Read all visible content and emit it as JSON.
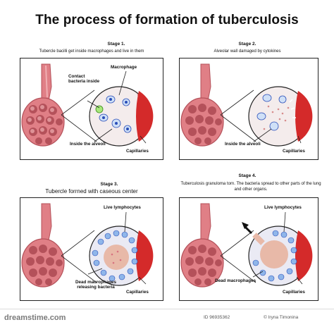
{
  "title": "The process of formation of tuberculosis",
  "stages": [
    {
      "label": "Stage 1.",
      "caption": "Tubercle bacilli get inside macrophages and live in them",
      "labels": {
        "contact": "Contact bacteria inside",
        "macrophage": "Macrophage",
        "alveoli": "Inside the alveoli",
        "capillaries": "Capillaries"
      }
    },
    {
      "label": "Stage 2.",
      "caption": "Alveolar wall damaged by cytokines",
      "labels": {
        "alveoli": "Inside the alveoli",
        "capillaries": "Capillaries"
      }
    },
    {
      "label": "Stage 3.",
      "caption": "Tubercle forrned with caseous center",
      "labels": {
        "lymphocytes": "Live lymphocytes",
        "dead": "Dead macrophages releasing bacteria",
        "capillaries": "Capillaries"
      }
    },
    {
      "label": "Stage 4.",
      "caption": "Tuberculosis granuloma torn. The bacteria spread to other parts of the lung and other organs.",
      "labels": {
        "lymphocytes": "Live lymphocytes",
        "dead": "Dead macrophages",
        "capillaries": "Capillaries"
      }
    }
  ],
  "watermark": {
    "logo": "dreamstime.com",
    "id": "ID 96935362",
    "author": "© Iryna Timonina"
  },
  "colors": {
    "lung": "#e07f86",
    "lung_dark": "#b4515a",
    "lung_light": "#f0aeb2",
    "capillary": "#d42a2a",
    "macrophage": "#2a4db8",
    "lymphocyte": "#8fb6ea"
  }
}
